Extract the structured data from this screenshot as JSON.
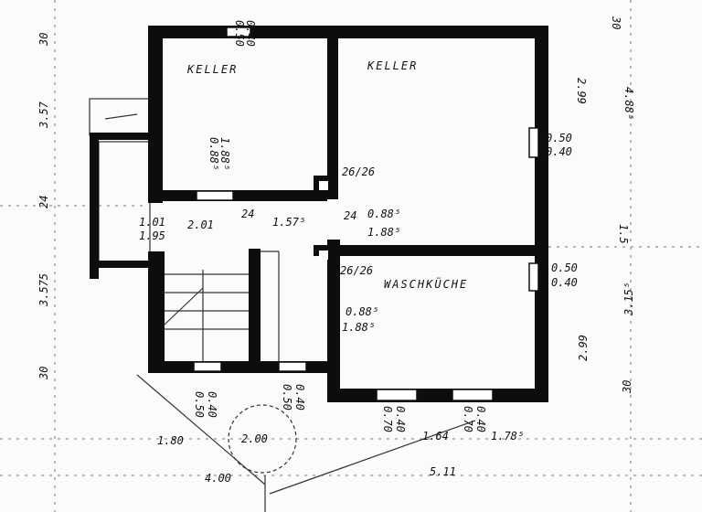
{
  "rooms": {
    "keller_left": "KELLER",
    "keller_right": "KELLER",
    "waschkueche": "WASCHKÜCHE"
  },
  "top": {
    "win_a": "0.50",
    "win_b": "0.40"
  },
  "left": {
    "d1": "30",
    "d2": "3.57",
    "d3": "24",
    "d4": "3.575",
    "d5": "30"
  },
  "right": {
    "d1": "30",
    "d2": "2.99",
    "d3": "4.88⁵",
    "w1a": "0.50",
    "w1b": "0.40",
    "d4": "1.5",
    "w2a": "0.50",
    "w2b": "0.40",
    "d5": "2.99",
    "d6": "3.15⁵",
    "d7": "30"
  },
  "inner": {
    "kl_a": "0.88⁵",
    "kl_b": "1.88⁵",
    "chimney1": "26/26",
    "kr_a": "0.88⁵",
    "kr_b": "1.88⁵",
    "door_a": "1.01",
    "door_b": "1.95",
    "hall_w": "2.01",
    "wall1": "24",
    "hall_w2": "1.57⁵",
    "wall2": "24",
    "chimney2": "26/26",
    "wk_a": "0.88⁵",
    "wk_b": "1.88⁵"
  },
  "bottom": {
    "w1a": "0.50",
    "w1b": "0.40",
    "w2a": "0.50",
    "w2b": "0.40",
    "w3a": "0.70",
    "w3b": "0.40",
    "w4a": "0.70",
    "w4b": "0.40",
    "d1": "1.80",
    "circle": "2.00",
    "d2": "1.64",
    "d3": "1.78⁵",
    "d4": "4.00",
    "d5": "5.11"
  }
}
